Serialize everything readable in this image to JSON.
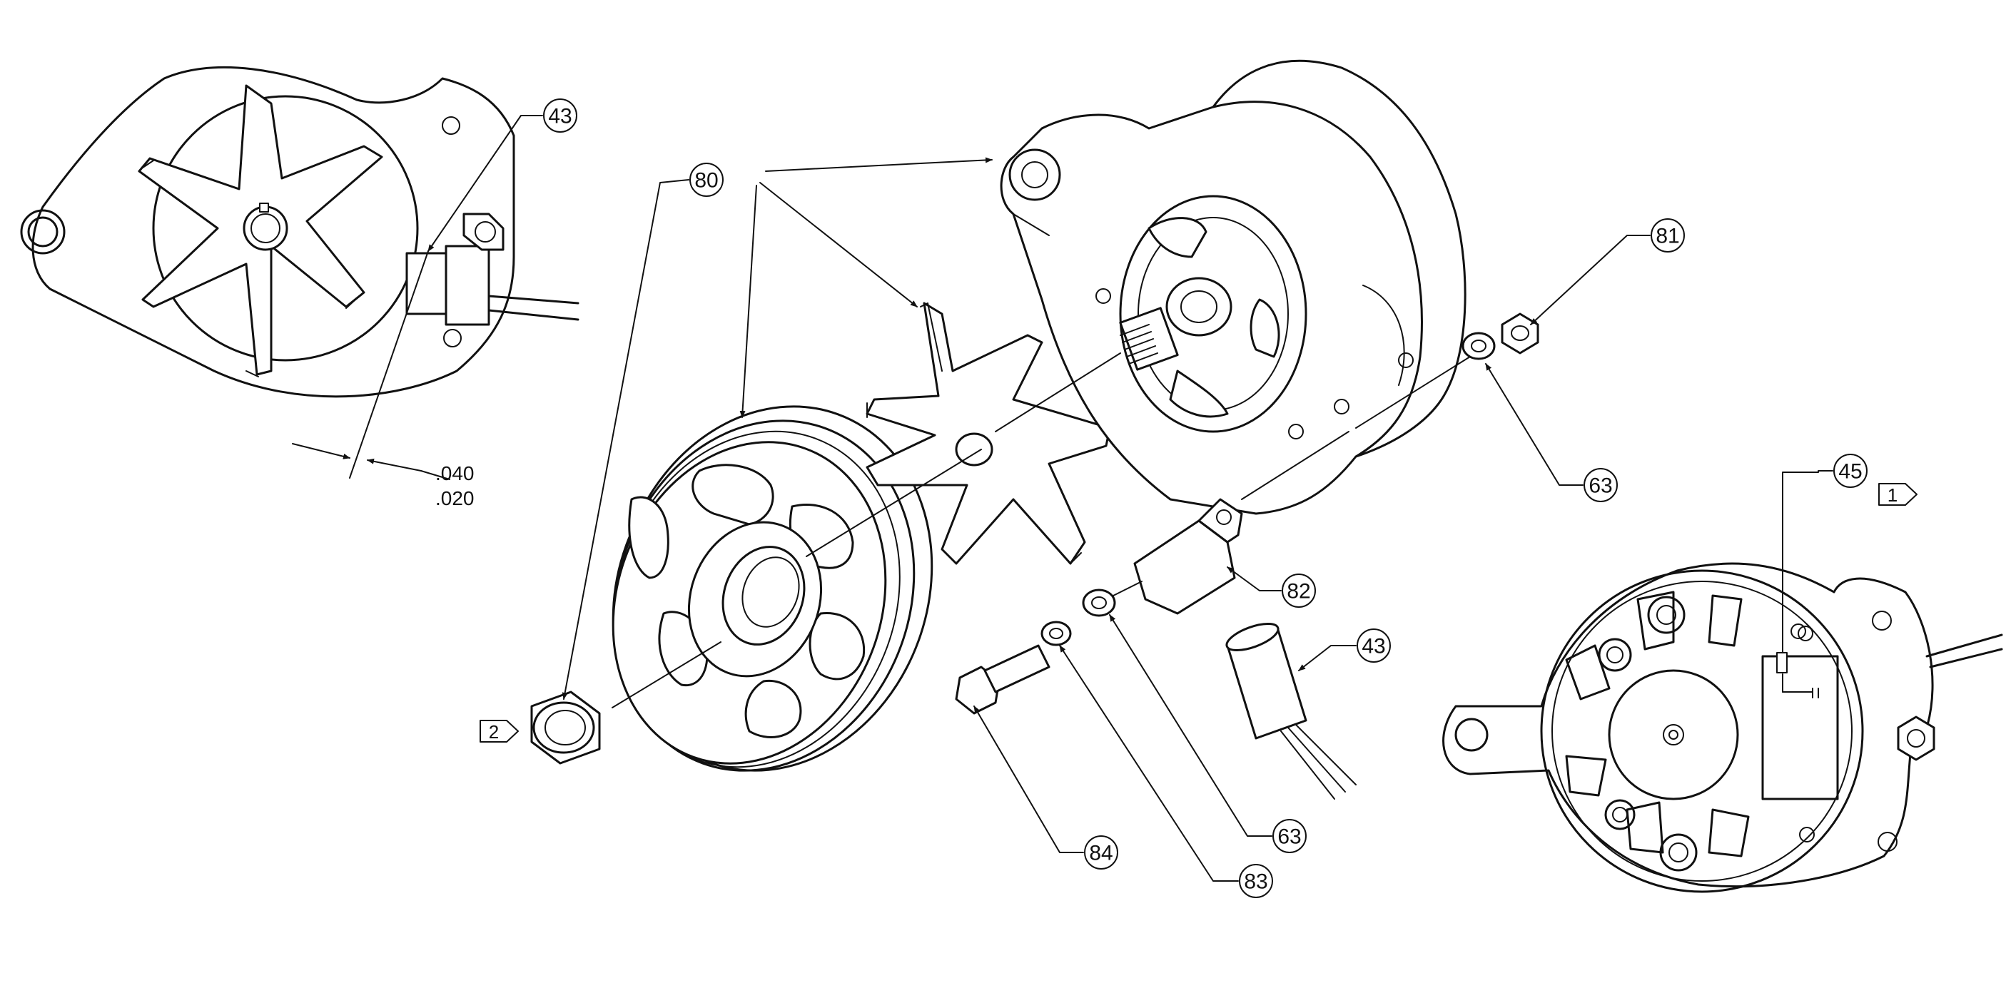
{
  "callouts": {
    "c43_top": "43",
    "c80": "80",
    "c81": "81",
    "c63_right": "63",
    "c82": "82",
    "c43_mid": "43",
    "c63_bottom": "63",
    "c83": "83",
    "c84": "84",
    "c45": "45"
  },
  "dimensions": {
    "upper": ".040",
    "lower": ".020"
  },
  "flags": {
    "flag1": "1",
    "flag2": "2"
  }
}
